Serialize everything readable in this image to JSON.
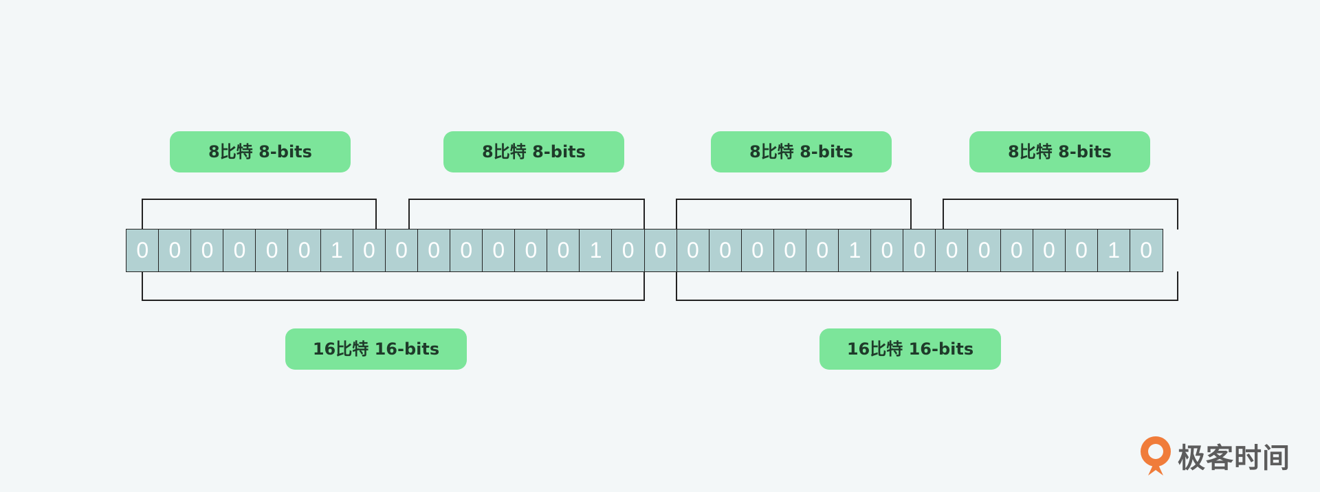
{
  "byte_labels": [
    "8比特 8-bits",
    "8比特 8-bits",
    "8比特 8-bits",
    "8比特 8-bits"
  ],
  "word_labels": [
    "16比特 16-bits",
    "16比特 16-bits"
  ],
  "bits": [
    "0",
    "0",
    "0",
    "0",
    "0",
    "0",
    "1",
    "0",
    "0",
    "0",
    "0",
    "0",
    "0",
    "0",
    "1",
    "0",
    "0",
    "0",
    "0",
    "0",
    "0",
    "0",
    "1",
    "0",
    "0",
    "0",
    "0",
    "0",
    "0",
    "0",
    "1",
    "0"
  ],
  "logo": {
    "text": "极客时间"
  },
  "colors": {
    "background": "#f3f7f8",
    "label_fill": "#7ce59a",
    "cell_fill": "#b2d1d2",
    "cell_text": "#ffffff",
    "line": "#222222",
    "logo_orange": "#f07c3a"
  }
}
